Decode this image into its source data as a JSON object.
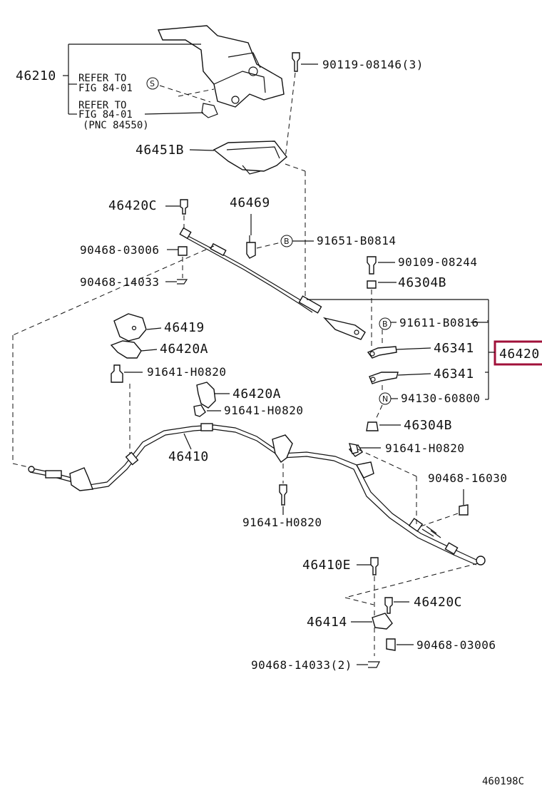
{
  "parts": {
    "p46210": "46210",
    "p90119": "90119-08146(3)",
    "p46451B": "46451B",
    "p46420C_top": "46420C",
    "p46469": "46469",
    "p91651": "91651-B0814",
    "p90468_03006_top": "90468-03006",
    "p90468_14033_top": "90468-14033",
    "p90109": "90109-08244",
    "p46304B_top": "46304B",
    "p46419": "46419",
    "p91611": "91611-B0816",
    "p46420A_1": "46420A",
    "p46341_a": "46341",
    "p46420": "46420",
    "p91641_a": "91641-H0820",
    "p46341_b": "46341",
    "p46420A_2": "46420A",
    "p94130": "94130-60800",
    "p91641_b": "91641-H0820",
    "p46304B_bot": "46304B",
    "p46410": "46410",
    "p91641_c": "91641-H0820",
    "p90468_16030": "90468-16030",
    "p91641_d": "91641-H0820",
    "p46410E": "46410E",
    "p46420C_bot": "46420C",
    "p46414": "46414",
    "p90468_03006_bot": "90468-03006",
    "p90468_14033_bot": "90468-14033(2)"
  },
  "refs": {
    "refer1_a": "REFER TO",
    "refer1_b": "FIG 84-01",
    "refer2_a": "REFER TO",
    "refer2_b": "FIG 84-01",
    "refer2_c": "(PNC 84550)"
  },
  "markers": {
    "S": "S",
    "B1": "B",
    "B2": "B",
    "N": "N"
  },
  "figure_code": "460198C",
  "highlight_color": "#a0113a"
}
